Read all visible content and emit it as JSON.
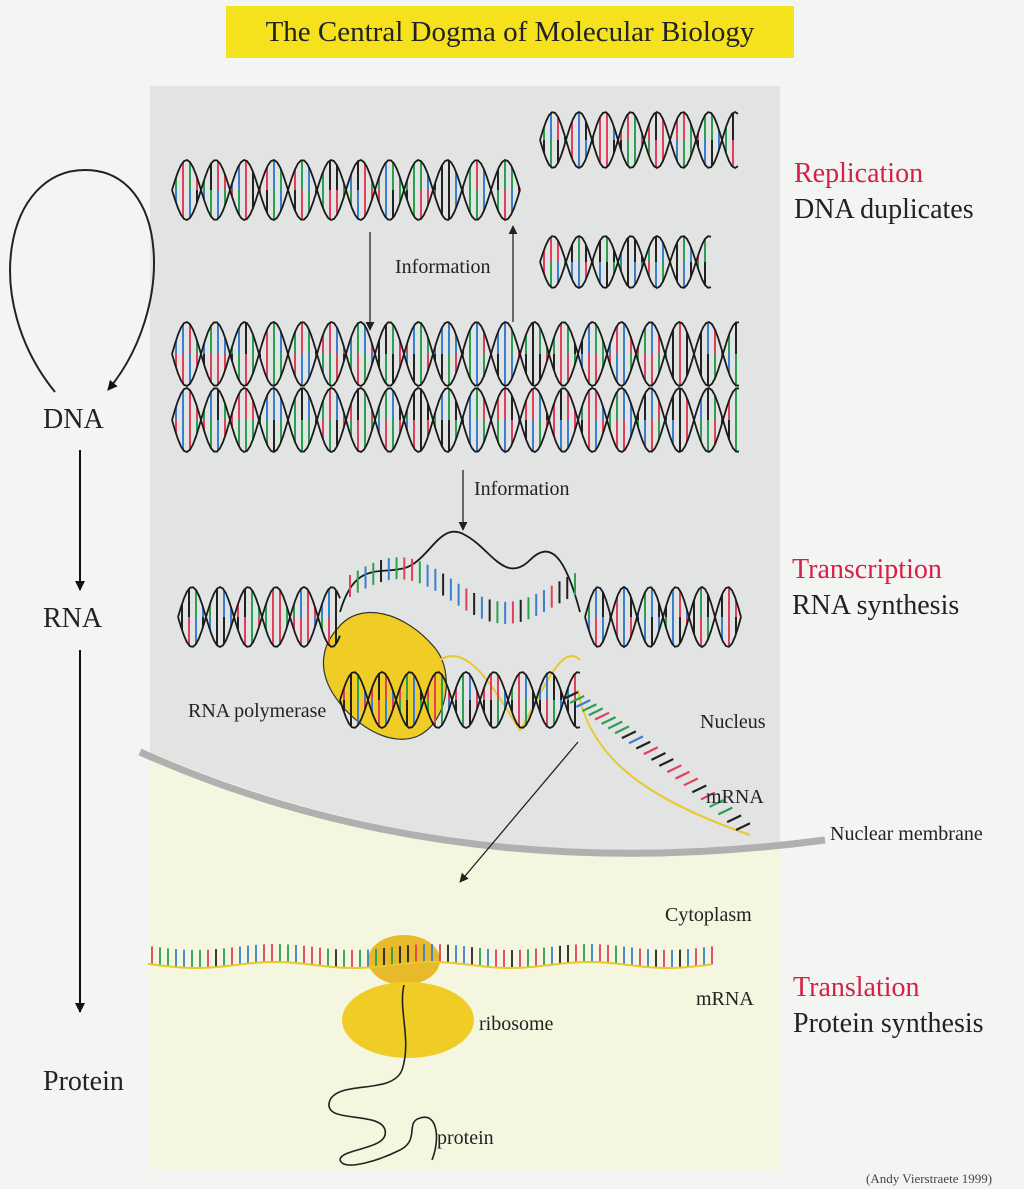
{
  "title": "The Central Dogma of Molecular Biology",
  "levels": {
    "dna": "DNA",
    "rna": "RNA",
    "protein": "Protein"
  },
  "processes": {
    "replication": {
      "name": "Replication",
      "description": "DNA duplicates"
    },
    "transcription": {
      "name": "Transcription",
      "description": "RNA synthesis"
    },
    "translation": {
      "name": "Translation",
      "description": "Protein synthesis"
    }
  },
  "labels": {
    "information_1": "Information",
    "information_2": "Information",
    "rna_polymerase": "RNA polymerase",
    "nucleus": "Nucleus",
    "mrna_nucleus": "mRNA",
    "nuclear_membrane": "Nuclear membrane",
    "cytoplasm": "Cytoplasm",
    "mrna_cytoplasm": "mRNA",
    "ribosome": "ribosome",
    "protein": "protein"
  },
  "credit": "(Andy Vierstraete 1999)",
  "colors": {
    "title_bg": "#f5e11c",
    "process_name": "#d62048",
    "nucleus_bg": "#e2e3e3",
    "cytoplasm_bg": "#f5f6df",
    "enzyme_yellow": "#f0cd26",
    "base_red": "#e0405a",
    "base_green": "#2aa050",
    "base_blue": "#3a7fd0",
    "base_black": "#222222"
  }
}
